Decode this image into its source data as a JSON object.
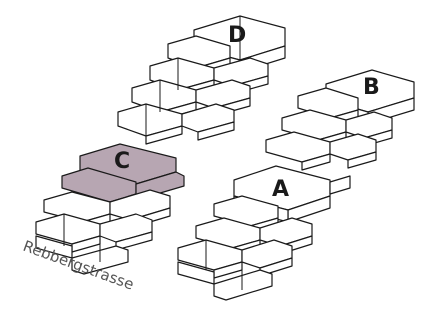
{
  "buildings": [
    {
      "id": "D",
      "label": "D",
      "highlighted": false
    },
    {
      "id": "B",
      "label": "B",
      "highlighted": false
    },
    {
      "id": "C",
      "label": "C",
      "highlighted": true
    },
    {
      "id": "A",
      "label": "A",
      "highlighted": false
    }
  ],
  "street": {
    "label": "Rebbergstrasse"
  },
  "colors": {
    "highlight": "#b7a6b2",
    "line": "#1a1a1a",
    "street_text": "#555555"
  }
}
